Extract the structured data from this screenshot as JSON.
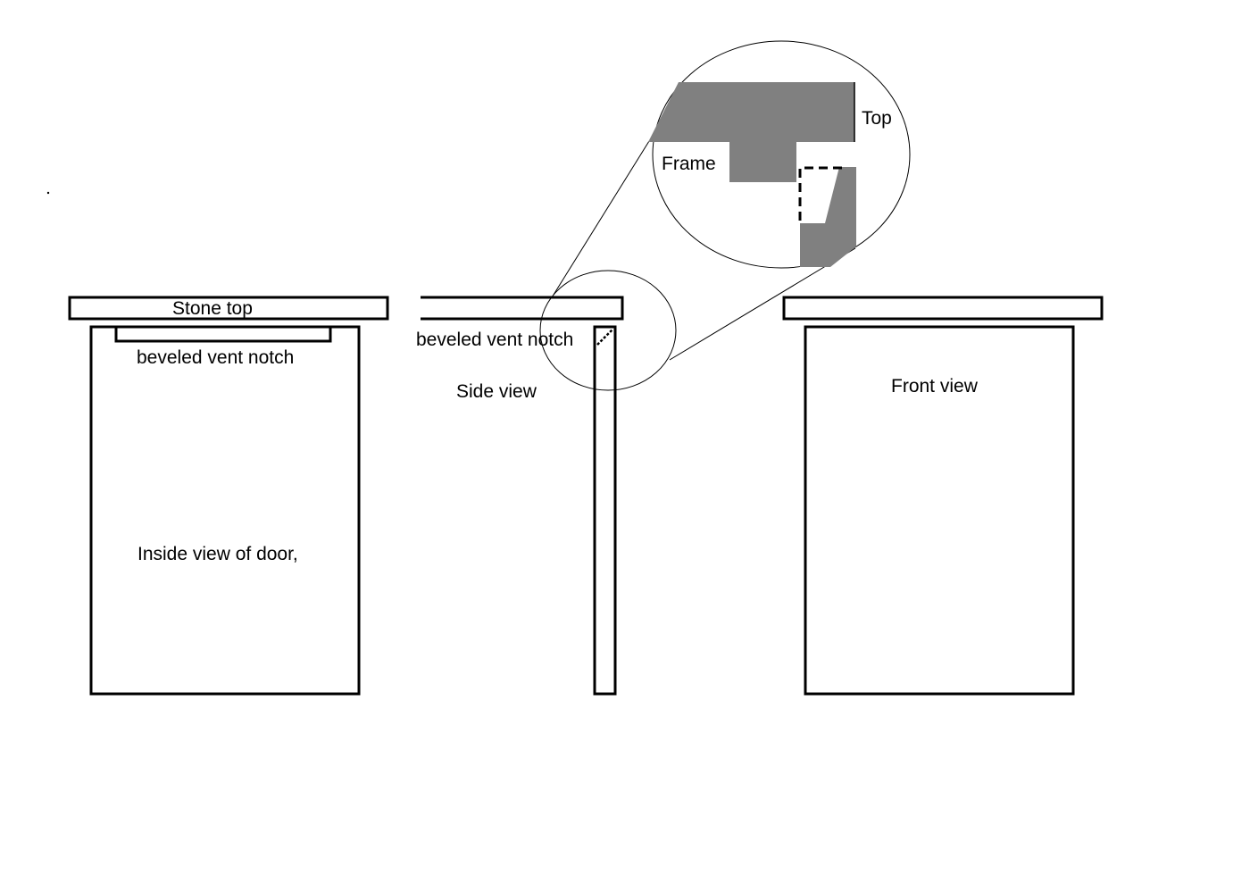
{
  "labels": {
    "stone_top": "Stone top",
    "vent_notch_inside": "beveled vent notch",
    "inside_view": "Inside view of door,",
    "vent_notch_side": "beveled vent notch",
    "side_view": "Side view",
    "front_view": "Front view",
    "detail_top": "Top",
    "detail_frame": "Frame"
  },
  "colors": {
    "line": "#000000",
    "fill_gray": "#808080",
    "background": "#ffffff"
  }
}
